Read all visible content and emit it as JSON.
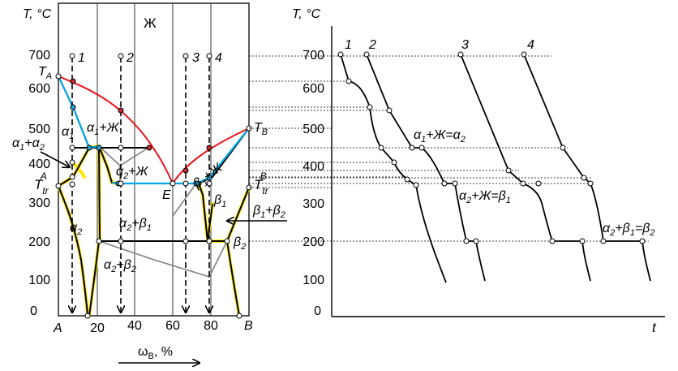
{
  "left": {
    "t_axis_label": "T, °C",
    "t_ticks": [
      "700",
      "600",
      "500",
      "400",
      "300",
      "200",
      "100",
      "0"
    ],
    "x_ticks": [
      "20",
      "40",
      "60",
      "80"
    ],
    "end_left": "A",
    "end_right": "B",
    "eutectic_label": "E",
    "x_axis_label": "ω",
    "x_axis_sub": "B",
    "x_axis_unit": ", %",
    "liquid": "Ж",
    "TA": "T",
    "TA_sub": "A",
    "TB": "T",
    "TB_sub": "B",
    "TtrA": "T",
    "TtrA_sub": "tr",
    "TtrA_sup": "A",
    "TtrB": "T",
    "TtrB_sub": "tr",
    "TtrB_sup": "B",
    "alloys": [
      "1",
      "2",
      "3",
      "4"
    ],
    "phase_labels": {
      "a1_main": "α",
      "a1_main_sub": "1",
      "a1_liquid": "α",
      "a1_liquid_sub": "1",
      "a1_liquid_rest": "+Ж",
      "a1a2_a": "α",
      "a1a2_a_sub": "1",
      "a1a2_b": "+α",
      "a1a2_b_sub": "2",
      "a2_liquid": "α",
      "a2_liquid_sub": "2",
      "a2_liquid_rest": "+Ж",
      "b1_liquid": "β",
      "b1_liquid_sub": "1",
      "b1_liquid_rest": "+Ж",
      "a2_main": "α",
      "a2_main_sub": "2",
      "a2b1_a": "α",
      "a2b1_a_sub": "2",
      "a2b1_b": "+β",
      "a2b1_b_sub": "1",
      "a2b2_a": "α",
      "a2b2_a_sub": "2",
      "a2b2_b": "+β",
      "a2b2_b_sub": "2",
      "b1": "β",
      "b1_sub": "1",
      "b2": "β",
      "b2_sub": "2",
      "b1b2_a": "β",
      "b1b2_a_sub": "1",
      "b1b2_b": "+β",
      "b1b2_b_sub": "2"
    }
  },
  "right": {
    "t_axis_label": "T, °C",
    "t_ticks": [
      "700",
      "600",
      "500",
      "400",
      "300",
      "200",
      "100",
      "0"
    ],
    "time_label": "t",
    "curve_labels": [
      "1",
      "2",
      "3",
      "4"
    ],
    "reaction1_a": "α",
    "reaction1_a_sub": "1",
    "reaction1_b": "+Ж=α",
    "reaction1_b_sub": "2",
    "reaction2_a": "α",
    "reaction2_a_sub": "2",
    "reaction2_b": "+Ж=β",
    "reaction2_b_sub": "1",
    "reaction3_a": "α",
    "reaction3_a_sub": "2",
    "reaction3_b": "+β",
    "reaction3_b_sub": "1",
    "reaction3_c": "=β",
    "reaction3_c_sub": "2"
  },
  "colors": {
    "liquidus": "#e8141b",
    "solidus_cyan": "#00a7e1",
    "solvus_yellow": "#ffe800",
    "tie_gray": "#7f7f7f",
    "point_red": "#c0282b",
    "point_cyan": "#24a0d4"
  }
}
